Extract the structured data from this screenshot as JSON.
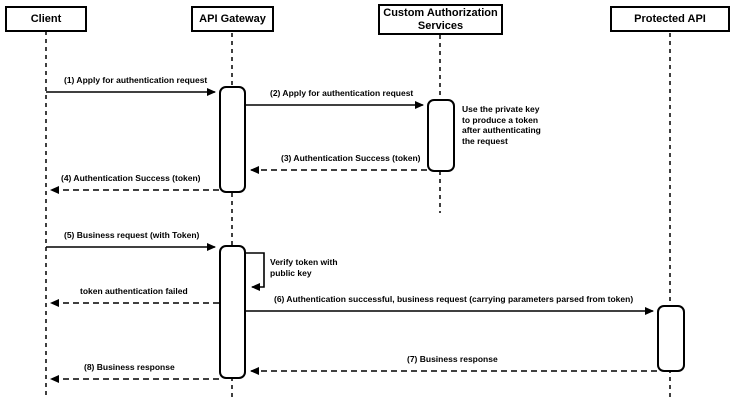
{
  "diagram": {
    "type": "sequence-diagram",
    "colors": {
      "line": "#000000",
      "background": "#ffffff",
      "box_fill": "#ffffff"
    },
    "actors": [
      {
        "id": "client",
        "label": "Client"
      },
      {
        "id": "api-gateway",
        "label": "API Gateway"
      },
      {
        "id": "custom-authorization-services",
        "label": "Custom Authorization Services"
      },
      {
        "id": "protected-api",
        "label": "Protected API"
      }
    ],
    "messages": [
      {
        "label": "(1) Apply for authentication request",
        "from": "Client",
        "to": "API Gateway",
        "style": "solid"
      },
      {
        "label": "(2) Apply for authentication request",
        "from": "API Gateway",
        "to": "Custom Authorization Services",
        "style": "solid"
      },
      {
        "label": "(3) Authentication Success (token)",
        "from": "Custom Authorization Services",
        "to": "API Gateway",
        "style": "dashed"
      },
      {
        "label": "(4) Authentication Success (token)",
        "from": "API Gateway",
        "to": "Client",
        "style": "dashed"
      },
      {
        "label": "(5) Business request (with Token)",
        "from": "Client",
        "to": "API Gateway",
        "style": "solid"
      },
      {
        "label": "token authentication failed",
        "from": "API Gateway",
        "to": "Client",
        "style": "dashed"
      },
      {
        "label": "(6) Authentication successful, business request (carrying parameters parsed from token)",
        "from": "API Gateway",
        "to": "Protected API",
        "style": "solid"
      },
      {
        "label": "(7) Business response",
        "from": "Protected API",
        "to": "API Gateway",
        "style": "dashed"
      },
      {
        "label": "(8) Business response",
        "from": "API Gateway",
        "to": "Client",
        "style": "dashed"
      }
    ],
    "notes": [
      {
        "text": "Use the private key to produce a token after authenticating the request",
        "attached_to": "Custom Authorization Services"
      },
      {
        "text": "Verify token with public key",
        "attached_to": "API Gateway",
        "kind": "self-message"
      }
    ]
  }
}
